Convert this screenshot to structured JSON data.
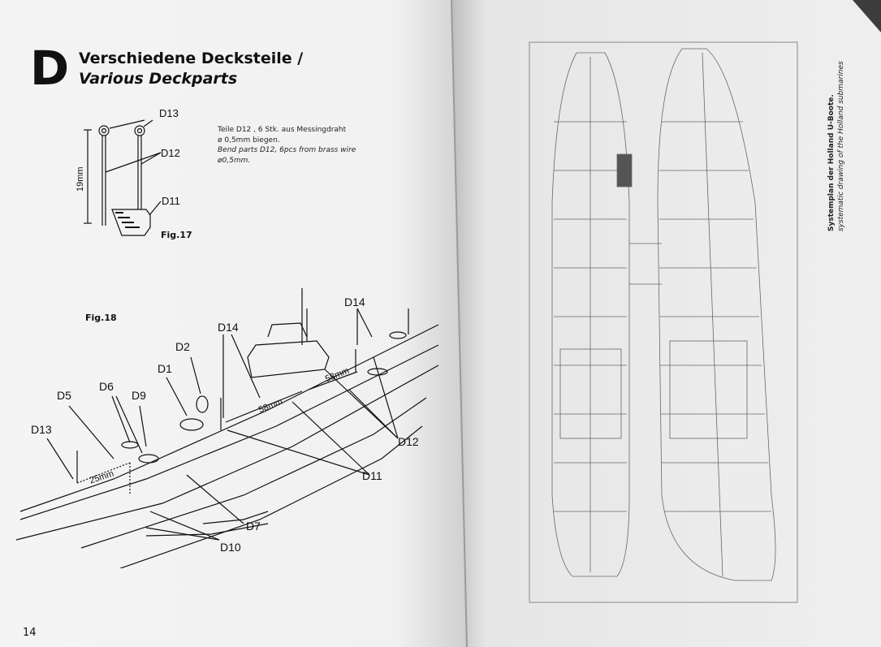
{
  "section": {
    "letter": "D",
    "title_de": "Verschiedene Decksteile /",
    "title_en": "Various Deckparts"
  },
  "instructions": {
    "line1_de": "Teile D12 , 6 Stk. aus Messingdraht",
    "line2_de": "ø 0,5mm biegen.",
    "line1_en": "Bend parts D12, 6pcs from brass wire",
    "line2_en": "ø0,5mm."
  },
  "fig17": {
    "caption": "Fig.17",
    "labels": {
      "d13": "D13",
      "d12": "D12",
      "d11": "D11",
      "height": "19mm"
    }
  },
  "fig18": {
    "caption": "Fig.18",
    "labels": {
      "d14_left": "D14",
      "d14_right": "D14",
      "d2": "D2",
      "d1": "D1",
      "d6": "D6",
      "d5": "D5",
      "d9": "D9",
      "d13": "D13",
      "d12": "D12",
      "d11": "D11",
      "d7": "D7",
      "d10": "D10",
      "dim_25": "25mm",
      "dim_58a": "58mm",
      "dim_58b": "58mm"
    }
  },
  "page_number": "14",
  "right_page": {
    "caption_de": "Systemplan der Holland U-Boote.",
    "caption_en": "systematic drawing of the Holland submarines"
  }
}
